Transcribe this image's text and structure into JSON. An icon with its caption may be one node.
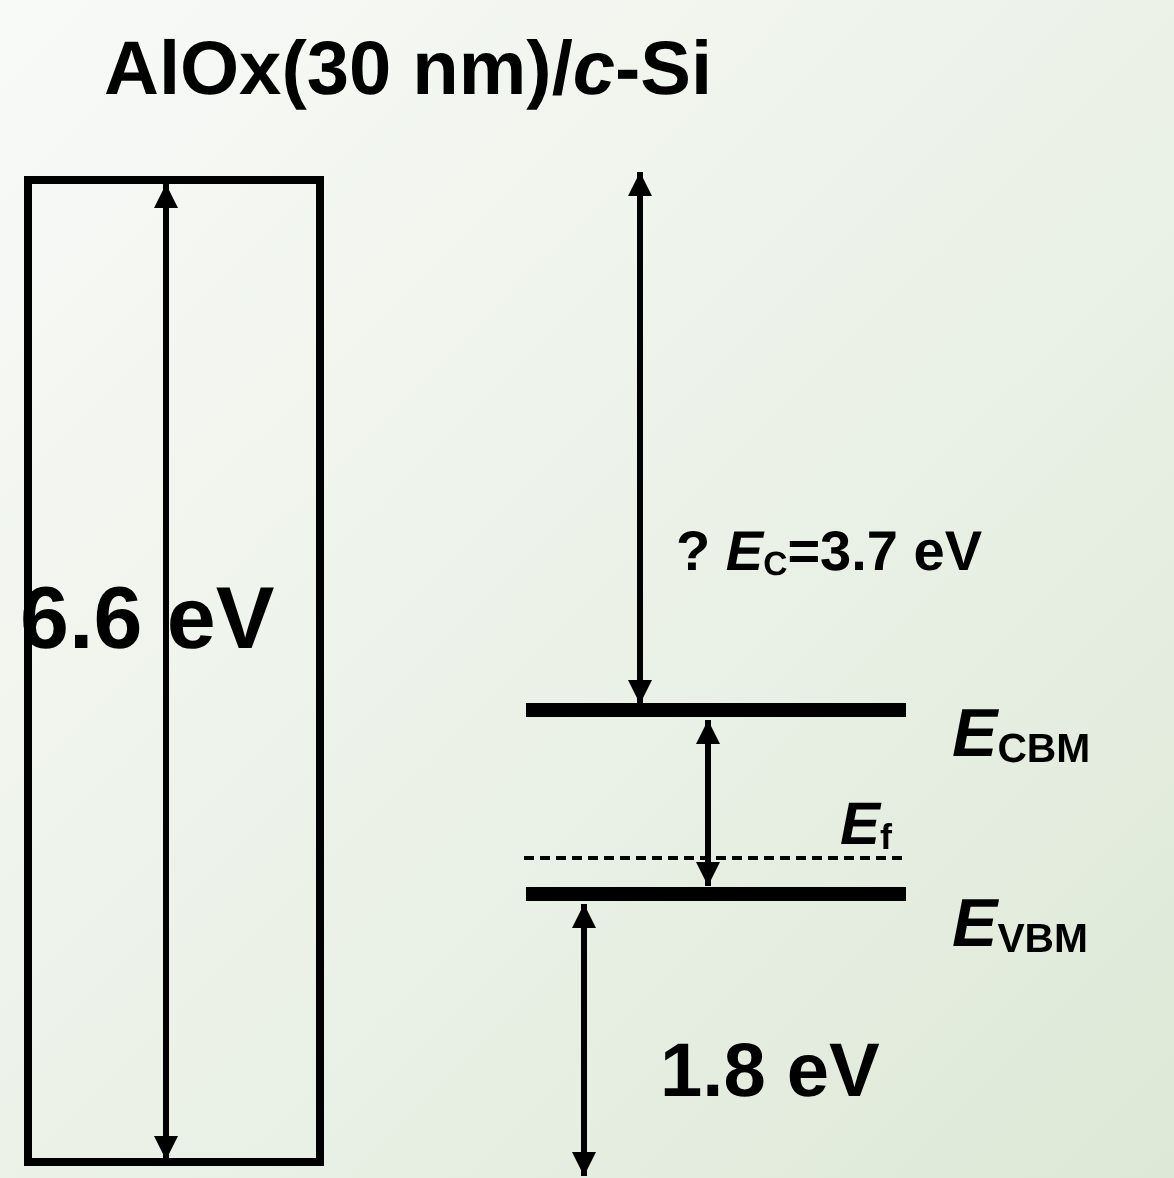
{
  "diagram": {
    "title": "AlOx(30 nm)/*c*-Si",
    "nodes": [
      {
        "text": [
          "6.6 eV"
        ]
      }
    ],
    "labels": [
      "? *E*$_{C}$=3.7 eV",
      "*E*$_{CBM}$",
      "*E*$_{f}$",
      "*E*$_{VBM}$",
      "1.8 eV"
    ]
  }
}
